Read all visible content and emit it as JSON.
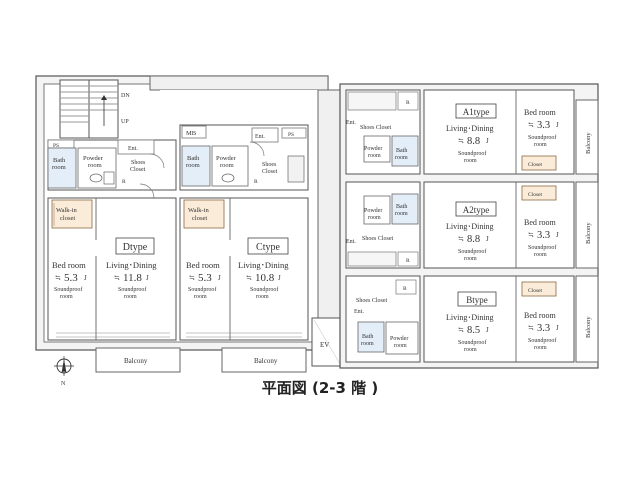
{
  "caption": "平面図 (2-3 階 )",
  "labels": {
    "dn": "DN",
    "up": "UP",
    "ps": "PS",
    "mb": "MB",
    "ent": "Ent.",
    "ev": "EV",
    "r": "R",
    "bath": "Bath",
    "room": "room",
    "powder": "Powder",
    "shoes": "Shoes",
    "closet": "Closet",
    "shoes_closet": "Shoes Closet",
    "closet_lc": "closet",
    "walkin": "Walk-in",
    "bed_room": "Bed room",
    "living_dining": "Living･Dining",
    "soundproof": "Soundproof",
    "balcony": "Balcony",
    "approx": "≒",
    "jo": "J",
    "north": "N"
  },
  "units": {
    "d": {
      "type": "Dtype",
      "bed": "5.3",
      "living": "11.8"
    },
    "c": {
      "type": "Ctype",
      "bed": "5.3",
      "living": "10.8"
    },
    "a1": {
      "type": "A1type",
      "bed": "3.3",
      "living": "8.8"
    },
    "a2": {
      "type": "A2type",
      "bed": "3.3",
      "living": "8.8"
    },
    "b": {
      "type": "Btype",
      "bed": "3.3",
      "living": "8.5"
    }
  }
}
